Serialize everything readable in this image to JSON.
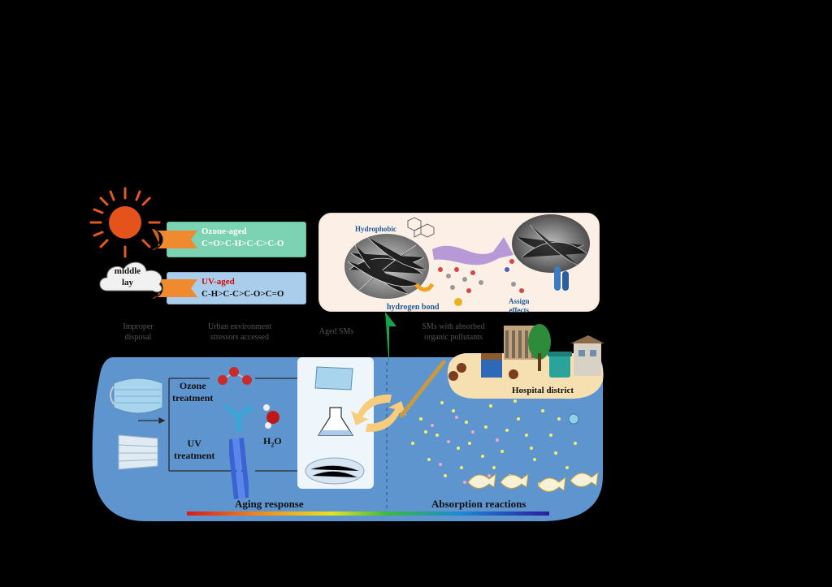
{
  "labels": {
    "ozone_aged": "Ozone-aged",
    "ozone_formula": "C=O>C-H>C-C>C-O",
    "uv_aged": "UV-aged",
    "uv_formula": "C-H>C-C>C-O>C=O",
    "cloud": "middle\nlay",
    "improper": "Improper\ndisposal",
    "urban": "Urban environment\nstressors accessed",
    "aged_sms": "Aged SMs",
    "sms_absorbed": "SMs with absorbed\norganic pollutants",
    "hydrophobic": "Hydrophobic",
    "hydrogen_bond": "hydrogen bond",
    "assign": "Assign\neffects",
    "hospital": "Hospital district",
    "ozone_treatment": "Ozone\ntreatment",
    "uv_treatment": "UV\ntreatment",
    "h2o": "H",
    "h2o_sub": "2",
    "h2o_tail": "O",
    "aging_response": "Aging response",
    "absorption": "Absorption reactions"
  },
  "colors": {
    "background": "#000000",
    "water": "#5f95cf",
    "ozone_box": "#7cd3b4",
    "uv_box": "#a9cdea",
    "sun": "#e35a1e",
    "arrow_green": "#18a34a",
    "ribbon_orange": "#ef8a2e"
  }
}
